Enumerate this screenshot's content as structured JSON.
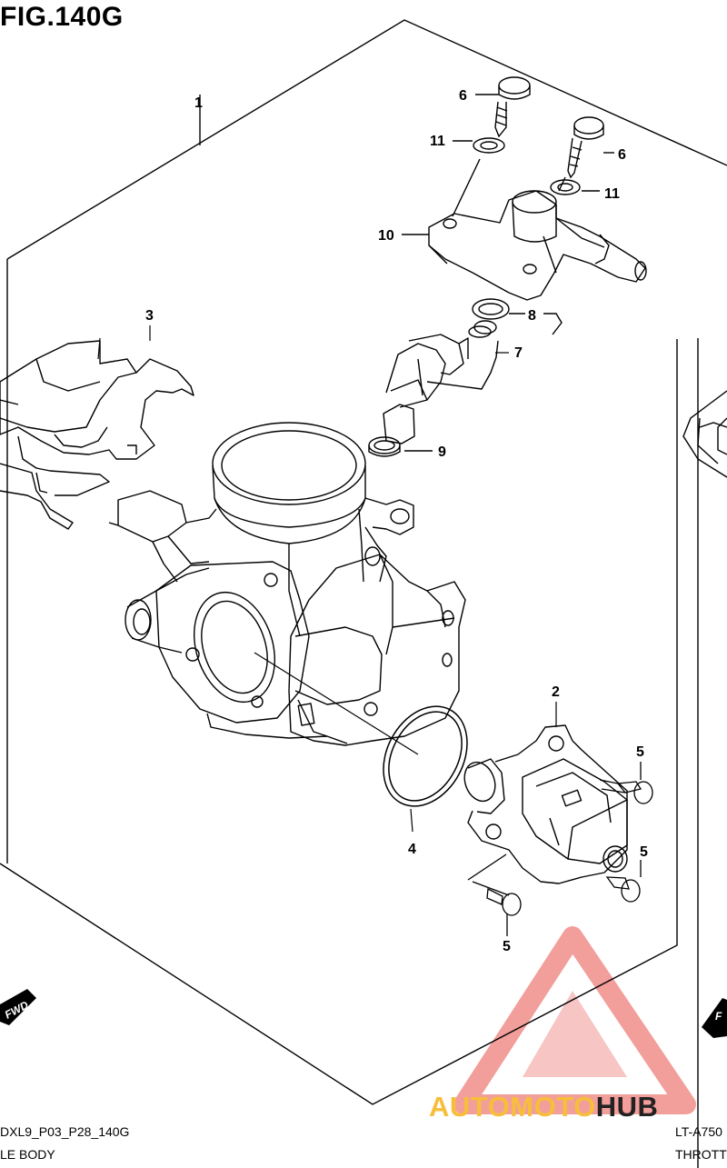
{
  "figure": {
    "title": "FIG.140G",
    "code_left": "DXL9_P03_P28_140G",
    "name_left": "LE BODY",
    "code_right": "LT-A750",
    "name_right": "THROTTL",
    "fwd_left": "FWD",
    "fwd_right": "F"
  },
  "callouts": [
    "1",
    "2",
    "3",
    "4",
    "5",
    "5",
    "5",
    "6",
    "6",
    "7",
    "8",
    "9",
    "10",
    "11",
    "11"
  ],
  "watermark": {
    "part_a": "AUTOMOTO",
    "part_b": "HUB",
    "color_a": "#f7be3c",
    "color_b": "#222222",
    "triangle_color": "#e8504a"
  }
}
